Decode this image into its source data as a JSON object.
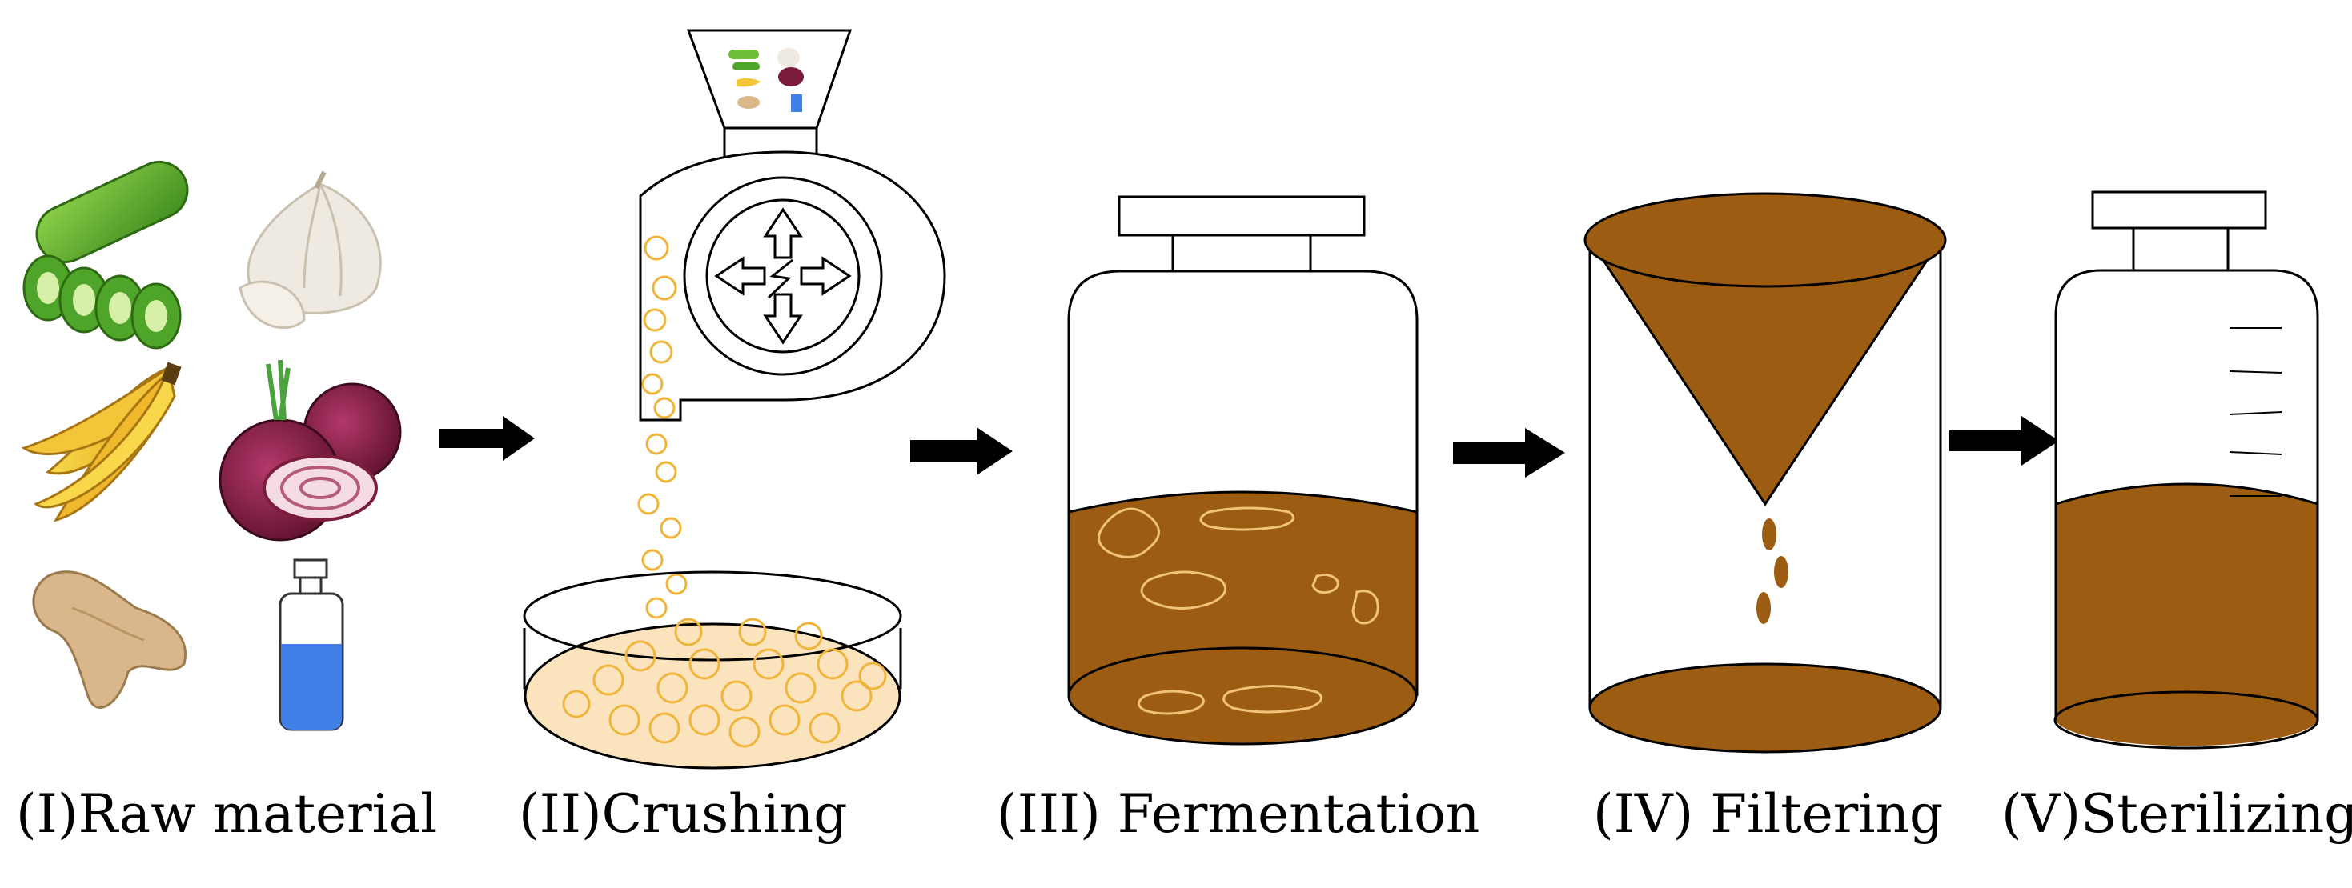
{
  "stages": [
    {
      "label": "(I)Raw material"
    },
    {
      "label": "(II)Crushing"
    },
    {
      "label": "(III) Fermentation"
    },
    {
      "label": "(IV) Filtering"
    },
    {
      "label": "(V)Sterilizing"
    }
  ],
  "colors": {
    "liquid": "#9c5d12",
    "particles": "#f1b43a",
    "particle_base": "#fbe4bd",
    "bottle_water": "#3f7fe6",
    "arrow": "#000000",
    "outline": "#000000"
  },
  "icons": {
    "raw_materials": [
      "bitter-melon",
      "garlic",
      "banana-peel",
      "red-onion",
      "ginger",
      "water-bottle"
    ],
    "crusher": "crushing-machine-icon"
  }
}
